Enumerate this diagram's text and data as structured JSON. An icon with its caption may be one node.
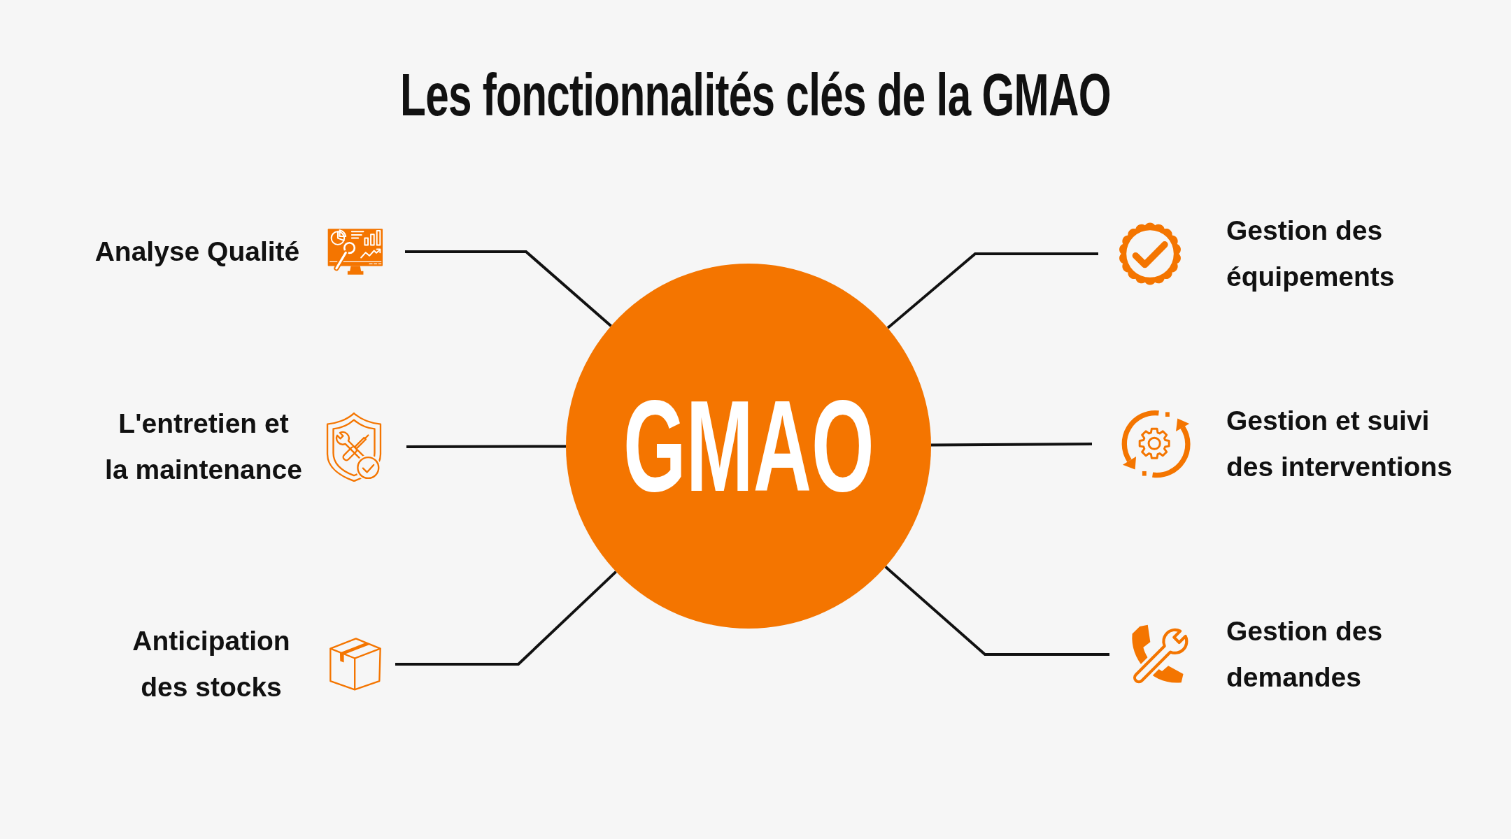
{
  "diagram": {
    "title": "Les fonctionnalités clés de la GMAO",
    "nodes": [
      {
        "text": [
          "GMAO"
        ]
      },
      {
        "text": [
          "Analyse Qualité"
        ]
      },
      {
        "text": [
          "L'entretien et la maintenance"
        ]
      },
      {
        "text": [
          "Anticipation des stocks"
        ]
      },
      {
        "text": [
          "Gestion des équipements"
        ]
      },
      {
        "text": [
          "Gestion et suivi des interventions"
        ]
      },
      {
        "text": [
          "Gestion des demandes"
        ]
      }
    ],
    "edges": [
      {
        "from": 0,
        "to": 1,
        "arrow": "none"
      },
      {
        "from": 0,
        "to": 2,
        "arrow": "none"
      },
      {
        "from": 0,
        "to": 3,
        "arrow": "none"
      },
      {
        "from": 0,
        "to": 4,
        "arrow": "none"
      },
      {
        "from": 0,
        "to": 5,
        "arrow": "none"
      },
      {
        "from": 0,
        "to": 6,
        "arrow": "none"
      }
    ]
  }
}
